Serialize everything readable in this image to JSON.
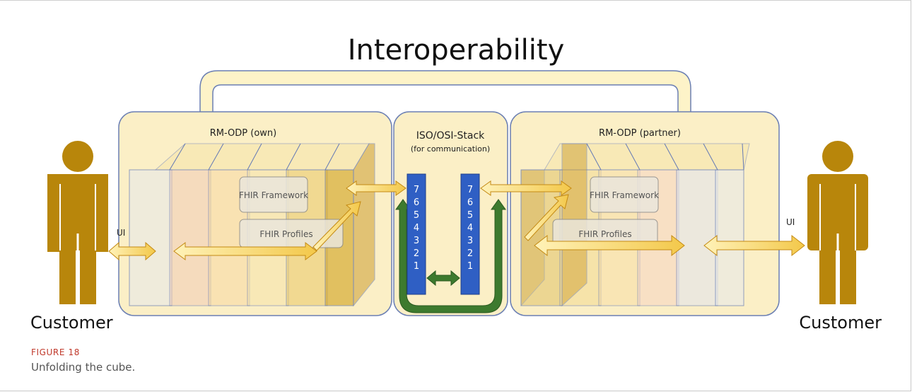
{
  "title": "Interoperability",
  "left_box": {
    "label": "RM-ODP (own)",
    "framework": "FHIR Framework",
    "profiles": "FHIR Profiles"
  },
  "right_box": {
    "label": "RM-ODP (partner)",
    "framework": "FHIR Framework",
    "profiles": "FHIR Profiles"
  },
  "stack": {
    "title": "ISO/OSI-Stack",
    "subtitle": "(for communication)",
    "layers": [
      "7",
      "6",
      "5",
      "4",
      "3",
      "2",
      "1"
    ]
  },
  "left_actor": {
    "label": "Customer",
    "ui": "UI"
  },
  "right_actor": {
    "label": "Customer",
    "ui": "UI"
  },
  "caption": {
    "label": "FIGURE 18",
    "text": "Unfolding the cube."
  },
  "colors": {
    "panel_fill": "#fbefc6",
    "panel_stroke": "#6b7fb3",
    "person": "#b8860b",
    "arrow_fill": "#f5b82e",
    "stack_blue": "#2f5fc4",
    "stack_green": "#3d7a2e"
  }
}
